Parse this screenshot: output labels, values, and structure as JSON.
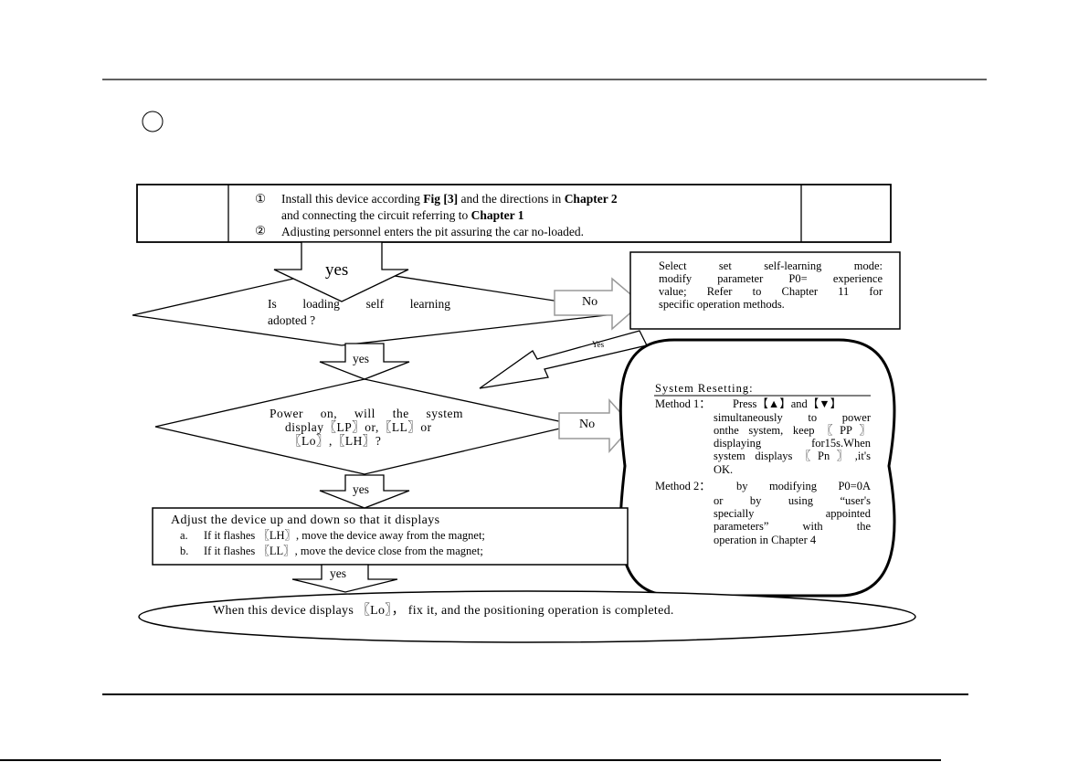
{
  "steps": {
    "install": {
      "marker1": "①",
      "line1_a": "Install this device according ",
      "line1_fig": "Fig [3]",
      "line1_b": " and the directions in ",
      "line1_ch2": "Chapter 2",
      "line2_a": "and connecting the circuit referring to ",
      "line2_ch1": "Chapter 1",
      "marker2": "②",
      "line3": "Adjusting personnel enters  the pit assuring the car no-loaded."
    },
    "arrow_yes_1": "yes",
    "decision1": {
      "line1": "Is loading self learning",
      "line2": "adopted ?"
    },
    "arrow_no_1": "No",
    "self_learning": {
      "line1": "Select set self-learning mode:",
      "line2": "modify parameter P0= experience",
      "line3": "value; Refer to Chapter 11 for",
      "line4": "specific operation methods."
    },
    "arrow_yes_diag": "Yes",
    "arrow_yes_2": "yes",
    "decision2": {
      "line1": "Power on, will the system",
      "line2": "display〖LP〗or,〖LL〗or",
      "line3": "〖Lo〗,〖LH〗?"
    },
    "arrow_no_2": "No",
    "reset": {
      "title": "System Resetting:",
      "m1_label": "Method 1：",
      "m1_line1": "Press【▲】and【▼】",
      "m1_line2": "simultaneously to power",
      "m1_line3": "onthe system, keep〖PP〗",
      "m1_line4": "displaying for15s.When",
      "m1_line5": "system displays〖Pn〗,it's",
      "m1_line6": "OK.",
      "m2_label": "Method 2：",
      "m2_line1": "by modifying P0=0A",
      "m2_line2": "or by using “user's",
      "m2_line3": "specially appointed",
      "m2_line4": "parameters” with the",
      "m2_line5": "operation in Chapter 4"
    },
    "arrow_yes_3": "yes",
    "adjust": {
      "line1": "Adjust the device up and down so that it displays",
      "a_label": "a.",
      "a_text": "If   it flashes  〖LH〗, move the device away from the magnet;",
      "b_label": "b.",
      "b_text": "If   it flashes  〖LL〗, move the device close from the magnet;"
    },
    "arrow_yes_4": "yes",
    "final": "When this device displays  〖Lo〗，  fix it, and the positioning operation is completed."
  }
}
